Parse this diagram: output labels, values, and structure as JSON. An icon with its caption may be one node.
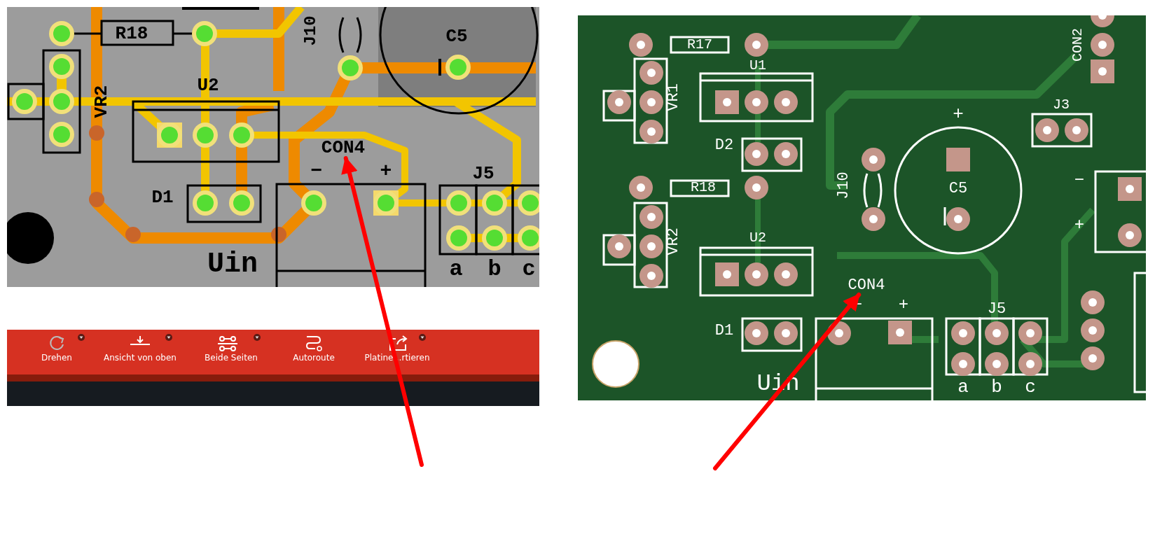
{
  "diagram": {
    "nodes": [
      {
        "text": [
          "CON4"
        ]
      },
      {
        "text": [
          "CON4"
        ]
      }
    ],
    "edges": [
      {
        "from": null,
        "to": 0,
        "arrow": "to"
      },
      {
        "from": null,
        "to": 1,
        "arrow": "to"
      }
    ],
    "labels": [
      "R18",
      "J10",
      "C5",
      "VR2",
      "U2",
      "−",
      "+",
      "J5",
      "D1",
      "Uin",
      "a",
      "b",
      "c",
      "Drehen",
      "Ansicht von oben",
      "Beide Seiten",
      "Autoroute",
      "Platine…rtieren",
      "R17",
      "CON2",
      "U1",
      "VR1",
      "D2",
      "J3",
      "+",
      "C5",
      "J10",
      "R18",
      "−",
      "+",
      "VR2",
      "U2",
      "−",
      "+",
      "D1",
      "J5",
      "Uin",
      "a",
      "b",
      "c"
    ]
  }
}
